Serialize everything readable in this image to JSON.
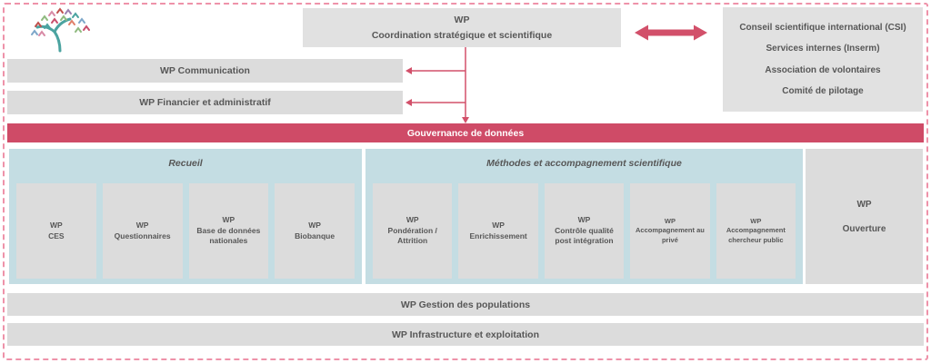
{
  "colors": {
    "accent_pink": "#cf4b67",
    "dashed_border": "#ee92a9",
    "box_gray": "#e1e1e1",
    "card_gray": "#dcdcdc",
    "section_blue": "#c4dde3",
    "text_gray": "#575757",
    "banner_text": "#ffffff"
  },
  "header": {
    "logo": "constances-tree-logo",
    "coordination": {
      "line1": "WP",
      "line2": "Coordination stratégique et scientifique"
    },
    "partners": [
      "Conseil scientifique international (CSI)",
      "Services internes (Inserm)",
      "Association de volontaires",
      "Comité de pilotage"
    ]
  },
  "support_bars": [
    {
      "label": "WP Communication"
    },
    {
      "label": "WP Financier et administratif"
    }
  ],
  "banner": {
    "label": "Gouvernance de données"
  },
  "groups": [
    {
      "title": "Recueil",
      "cards": [
        {
          "line1": "WP",
          "line2": "CES"
        },
        {
          "line1": "WP",
          "line2": "Questionnaires"
        },
        {
          "line1": "WP",
          "line2": "Base de données nationales"
        },
        {
          "line1": "WP",
          "line2": "Biobanque"
        }
      ]
    },
    {
      "title": "Méthodes et accompagnement scientifique",
      "cards": [
        {
          "line1": "WP",
          "line2": "Pondération / Attrition"
        },
        {
          "line1": "WP",
          "line2": "Enrichissement"
        },
        {
          "line1": "WP",
          "line2": "Contrôle qualité post intégration"
        },
        {
          "line1": "WP",
          "line2": "Accompagnement au privé"
        },
        {
          "line1": "WP",
          "line2": "Accompagnement chercheur public"
        }
      ]
    }
  ],
  "ouverture": {
    "line1": "WP",
    "line2": "Ouverture"
  },
  "bottom_bars": [
    {
      "label": "WP Gestion des populations"
    },
    {
      "label": "WP Infrastructure et exploitation"
    }
  ]
}
